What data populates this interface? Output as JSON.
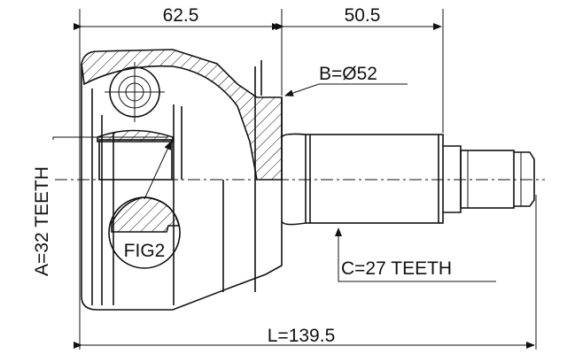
{
  "dimensions": {
    "housing_length": "62.5",
    "shaft_length": "50.5",
    "overall_length": "L=139.5",
    "diameter": "B=Ø52",
    "inner_teeth": "A=32 TEETH",
    "outer_teeth": "C=27 TEETH",
    "detail_label": "FIG2"
  }
}
